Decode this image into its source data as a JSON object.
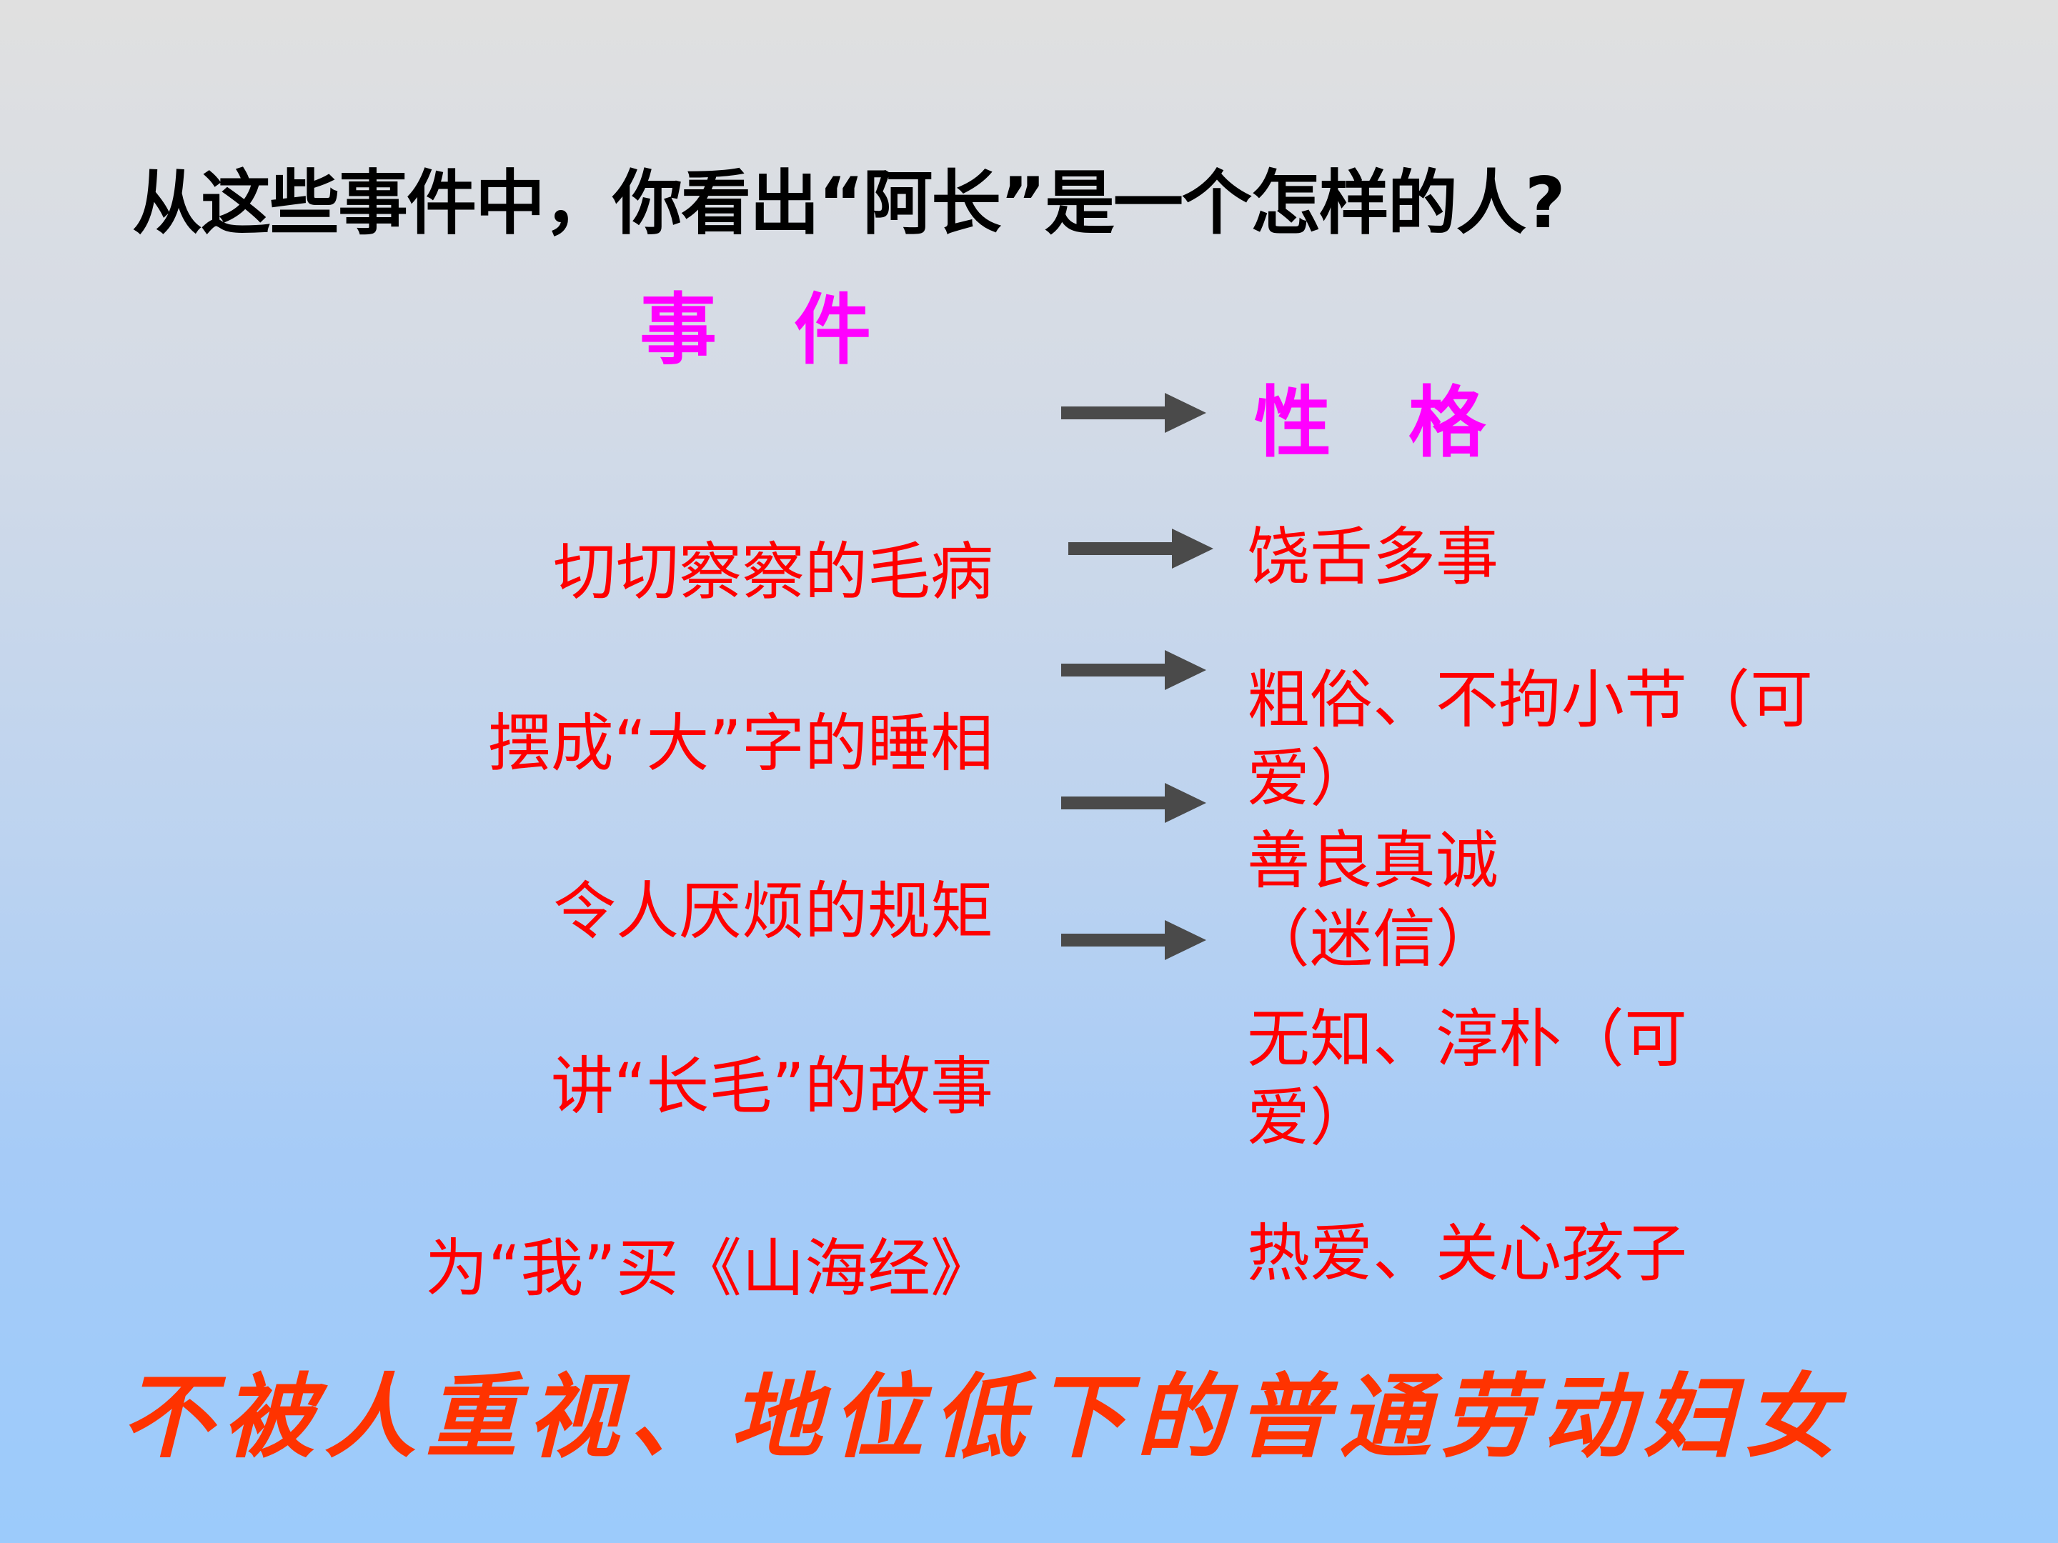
{
  "slide": {
    "question": "从这些事件中，你看出“阿长”是一个怎样的人?",
    "headers": {
      "events": "事　件",
      "traits": "性　格"
    },
    "events": [
      "切切察察的毛病",
      "摆成“大”字的睡相",
      "令人厌烦的规矩",
      "讲“长毛”的故事",
      "为“我”买《山海经》"
    ],
    "traits": [
      "饶舌多事",
      "粗俗、不拘小节（可爱）",
      "善良真诚（迷信）",
      "无知、淳朴（可爱）",
      "热爱、关心孩子"
    ],
    "summary": "不被人重视、地位低下的普通劳动妇女",
    "colors": {
      "header": "#ff00ff",
      "body_text": "#ff0000",
      "summary": "#ff3300",
      "arrow": "#4a4a4a"
    }
  }
}
